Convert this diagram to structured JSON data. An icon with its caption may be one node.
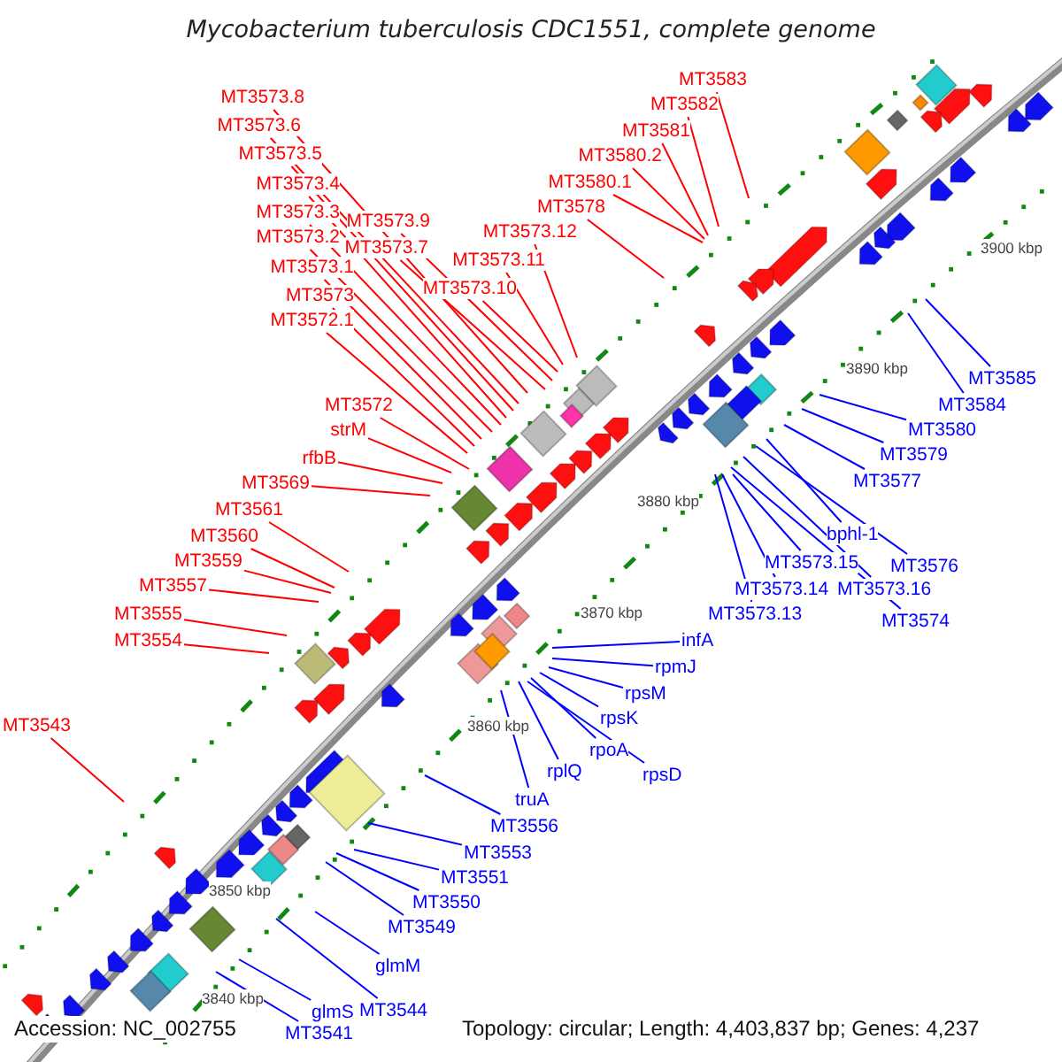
{
  "diagram": {
    "title": "Mycobacterium tuberculosis CDC1551, complete genome",
    "nodes": [
      {
        "text": [
          "MT3583"
        ]
      },
      {
        "text": [
          "MT3582"
        ]
      },
      {
        "text": [
          "MT3573.8"
        ]
      },
      {
        "text": [
          "MT3573.6"
        ]
      },
      {
        "text": [
          "MT3581"
        ]
      },
      {
        "text": [
          "MT3573.5"
        ]
      },
      {
        "text": [
          "MT3580.2"
        ]
      },
      {
        "text": [
          "MT3580.1"
        ]
      },
      {
        "text": [
          "MT3573.4"
        ]
      },
      {
        "text": [
          "MT3578"
        ]
      },
      {
        "text": [
          "MT3573.3"
        ]
      },
      {
        "text": [
          "MT3573.9"
        ]
      },
      {
        "text": [
          "MT3573.12"
        ]
      },
      {
        "text": [
          "MT3573.2"
        ]
      },
      {
        "text": [
          "MT3573.7"
        ]
      },
      {
        "text": [
          "MT3573.11"
        ]
      },
      {
        "text": [
          "MT3573.1"
        ]
      },
      {
        "text": [
          "MT3573.10"
        ]
      },
      {
        "text": [
          "MT3573"
        ]
      },
      {
        "text": [
          "MT3572.1"
        ]
      },
      {
        "text": [
          "MT3585"
        ]
      },
      {
        "text": [
          "MT3572"
        ]
      },
      {
        "text": [
          "MT3584"
        ]
      },
      {
        "text": [
          "strM"
        ]
      },
      {
        "text": [
          "MT3580"
        ]
      },
      {
        "text": [
          "MT3579"
        ]
      },
      {
        "text": [
          "rfbB"
        ]
      },
      {
        "text": [
          "MT3577"
        ]
      },
      {
        "text": [
          "MT3569"
        ]
      },
      {
        "text": [
          "MT3561"
        ]
      },
      {
        "text": [
          "bphl-1"
        ]
      },
      {
        "text": [
          "MT3560"
        ]
      },
      {
        "text": [
          "MT3559"
        ]
      },
      {
        "text": [
          "MT3573.15"
        ]
      },
      {
        "text": [
          "MT3576"
        ]
      },
      {
        "text": [
          "MT3557"
        ]
      },
      {
        "text": [
          "MT3573.14"
        ]
      },
      {
        "text": [
          "MT3573.16"
        ]
      },
      {
        "text": [
          "MT3573.13"
        ]
      },
      {
        "text": [
          "MT3555"
        ]
      },
      {
        "text": [
          "MT3574"
        ]
      },
      {
        "text": [
          "MT3554"
        ]
      },
      {
        "text": [
          "infA"
        ]
      },
      {
        "text": [
          "rpmJ"
        ]
      },
      {
        "text": [
          "rpsM"
        ]
      },
      {
        "text": [
          "rpsK"
        ]
      },
      {
        "text": [
          "MT3543"
        ]
      },
      {
        "text": [
          "rpoA"
        ]
      },
      {
        "text": [
          "rplQ"
        ]
      },
      {
        "text": [
          "rpsD"
        ]
      },
      {
        "text": [
          "truA"
        ]
      },
      {
        "text": [
          "MT3556"
        ]
      },
      {
        "text": [
          "MT3553"
        ]
      },
      {
        "text": [
          "MT3551"
        ]
      },
      {
        "text": [
          "MT3550"
        ]
      },
      {
        "text": [
          "MT3549"
        ]
      },
      {
        "text": [
          "glmM"
        ]
      },
      {
        "text": [
          "MT3544"
        ]
      },
      {
        "text": [
          "glmS"
        ]
      },
      {
        "text": [
          "MT3541"
        ]
      }
    ],
    "edges": [
      {
        "from": 0,
        "to": null,
        "arrow": "none"
      },
      {
        "from": 1,
        "to": null,
        "arrow": "none"
      },
      {
        "from": 2,
        "to": null,
        "arrow": "none"
      },
      {
        "from": 3,
        "to": null,
        "arrow": "none"
      },
      {
        "from": 4,
        "to": null,
        "arrow": "none"
      },
      {
        "from": 5,
        "to": null,
        "arrow": "none"
      },
      {
        "from": 6,
        "to": null,
        "arrow": "none"
      },
      {
        "from": 7,
        "to": null,
        "arrow": "none"
      },
      {
        "from": 8,
        "to": null,
        "arrow": "none"
      },
      {
        "from": 9,
        "to": null,
        "arrow": "none"
      },
      {
        "from": 10,
        "to": null,
        "arrow": "none"
      },
      {
        "from": 11,
        "to": null,
        "arrow": "none"
      },
      {
        "from": 12,
        "to": null,
        "arrow": "none"
      },
      {
        "from": 13,
        "to": null,
        "arrow": "none"
      },
      {
        "from": 14,
        "to": null,
        "arrow": "none"
      },
      {
        "from": 15,
        "to": null,
        "arrow": "none"
      },
      {
        "from": 16,
        "to": null,
        "arrow": "none"
      },
      {
        "from": 17,
        "to": null,
        "arrow": "none"
      },
      {
        "from": 18,
        "to": null,
        "arrow": "none"
      },
      {
        "from": 19,
        "to": null,
        "arrow": "none"
      },
      {
        "from": 20,
        "to": null,
        "arrow": "none",
        "color": "#0000ff"
      },
      {
        "from": 21,
        "to": null,
        "arrow": "none"
      },
      {
        "from": 22,
        "to": null,
        "arrow": "none",
        "color": "#0000ff"
      },
      {
        "from": 23,
        "to": null,
        "arrow": "none"
      },
      {
        "from": 24,
        "to": null,
        "arrow": "none",
        "color": "#0000ff"
      },
      {
        "from": 25,
        "to": null,
        "arrow": "none",
        "color": "#0000ff"
      },
      {
        "from": 26,
        "to": null,
        "arrow": "none"
      },
      {
        "from": 27,
        "to": null,
        "arrow": "none",
        "color": "#0000ff"
      },
      {
        "from": 28,
        "to": null,
        "arrow": "none"
      },
      {
        "from": 29,
        "to": null,
        "arrow": "none"
      },
      {
        "from": 30,
        "to": null,
        "arrow": "none",
        "color": "#0000ff"
      },
      {
        "from": 31,
        "to": null,
        "arrow": "none"
      },
      {
        "from": 32,
        "to": null,
        "arrow": "none"
      },
      {
        "from": 33,
        "to": null,
        "arrow": "none",
        "color": "#0000ff"
      },
      {
        "from": 34,
        "to": null,
        "arrow": "none",
        "color": "#0000ff"
      },
      {
        "from": 35,
        "to": null,
        "arrow": "none"
      },
      {
        "from": 36,
        "to": null,
        "arrow": "none",
        "color": "#0000ff"
      },
      {
        "from": 37,
        "to": null,
        "arrow": "none",
        "color": "#0000ff"
      },
      {
        "from": 38,
        "to": null,
        "arrow": "none",
        "color": "#0000ff"
      },
      {
        "from": 39,
        "to": null,
        "arrow": "none"
      },
      {
        "from": 40,
        "to": null,
        "arrow": "none",
        "color": "#0000ff"
      },
      {
        "from": 41,
        "to": null,
        "arrow": "none"
      },
      {
        "from": 42,
        "to": null,
        "arrow": "none",
        "color": "#0000ff"
      },
      {
        "from": 43,
        "to": null,
        "arrow": "none",
        "color": "#0000ff"
      },
      {
        "from": 44,
        "to": null,
        "arrow": "none",
        "color": "#0000ff"
      },
      {
        "from": 45,
        "to": null,
        "arrow": "none",
        "color": "#0000ff"
      },
      {
        "from": 46,
        "to": null,
        "arrow": "none"
      },
      {
        "from": 47,
        "to": null,
        "arrow": "none",
        "color": "#0000ff"
      },
      {
        "from": 48,
        "to": null,
        "arrow": "none",
        "color": "#0000ff"
      },
      {
        "from": 49,
        "to": null,
        "arrow": "none",
        "color": "#0000ff"
      },
      {
        "from": 50,
        "to": null,
        "arrow": "none",
        "color": "#0000ff"
      },
      {
        "from": 51,
        "to": null,
        "arrow": "none",
        "color": "#0000ff"
      },
      {
        "from": 52,
        "to": null,
        "arrow": "none",
        "color": "#0000ff"
      },
      {
        "from": 53,
        "to": null,
        "arrow": "none",
        "color": "#0000ff"
      },
      {
        "from": 54,
        "to": null,
        "arrow": "none",
        "color": "#0000ff"
      },
      {
        "from": 55,
        "to": null,
        "arrow": "none",
        "color": "#0000ff"
      },
      {
        "from": 56,
        "to": null,
        "arrow": "none",
        "color": "#0000ff"
      },
      {
        "from": 57,
        "to": null,
        "arrow": "none",
        "color": "#0000ff"
      },
      {
        "from": 58,
        "to": null,
        "arrow": "none",
        "color": "#0000ff"
      },
      {
        "from": 59,
        "to": null,
        "arrow": "none",
        "color": "#0000ff"
      }
    ],
    "labels": [
      "3840 kbp",
      "3850 kbp",
      "3860 kbp",
      "3870 kbp",
      "3880 kbp",
      "3890 kbp",
      "3900 kbp",
      "Accession: NC_002755",
      "Topology: circular; Length: 4,403,837 bp; Genes: 4,237"
    ]
  }
}
